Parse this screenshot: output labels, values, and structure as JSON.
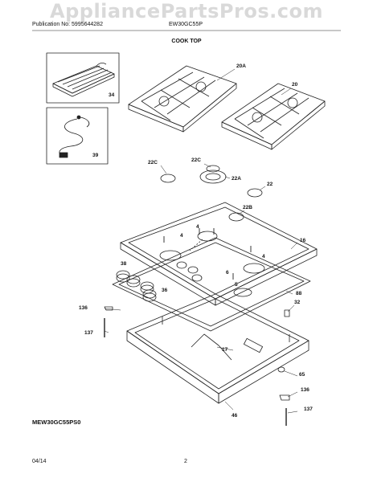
{
  "watermark": "AppliancePartsPros.com",
  "header": {
    "publication_label": "Publication No: 5995644282",
    "model": "EW30GC55P",
    "section_title": "COOK TOP"
  },
  "footer": {
    "diagram_code": "MEW30GC55PS0",
    "date": "04/14",
    "page": "2"
  },
  "parts": {
    "p34": "34",
    "p39": "39",
    "p20A": "20A",
    "p20": "20",
    "p22C_left": "22C",
    "p22C_center": "22C",
    "p22A": "22A",
    "p22": "22",
    "p22B": "22B",
    "p4a": "4",
    "p4b": "4",
    "p4c": "4",
    "p5": "5",
    "p6": "6",
    "p16": "16",
    "p38": "38",
    "p36": "36",
    "p88": "88",
    "p136_left": "136",
    "p137_left": "137",
    "p32": "32",
    "p17": "17",
    "p65": "65",
    "p136_right": "136",
    "p137_right": "137",
    "p46": "46"
  }
}
